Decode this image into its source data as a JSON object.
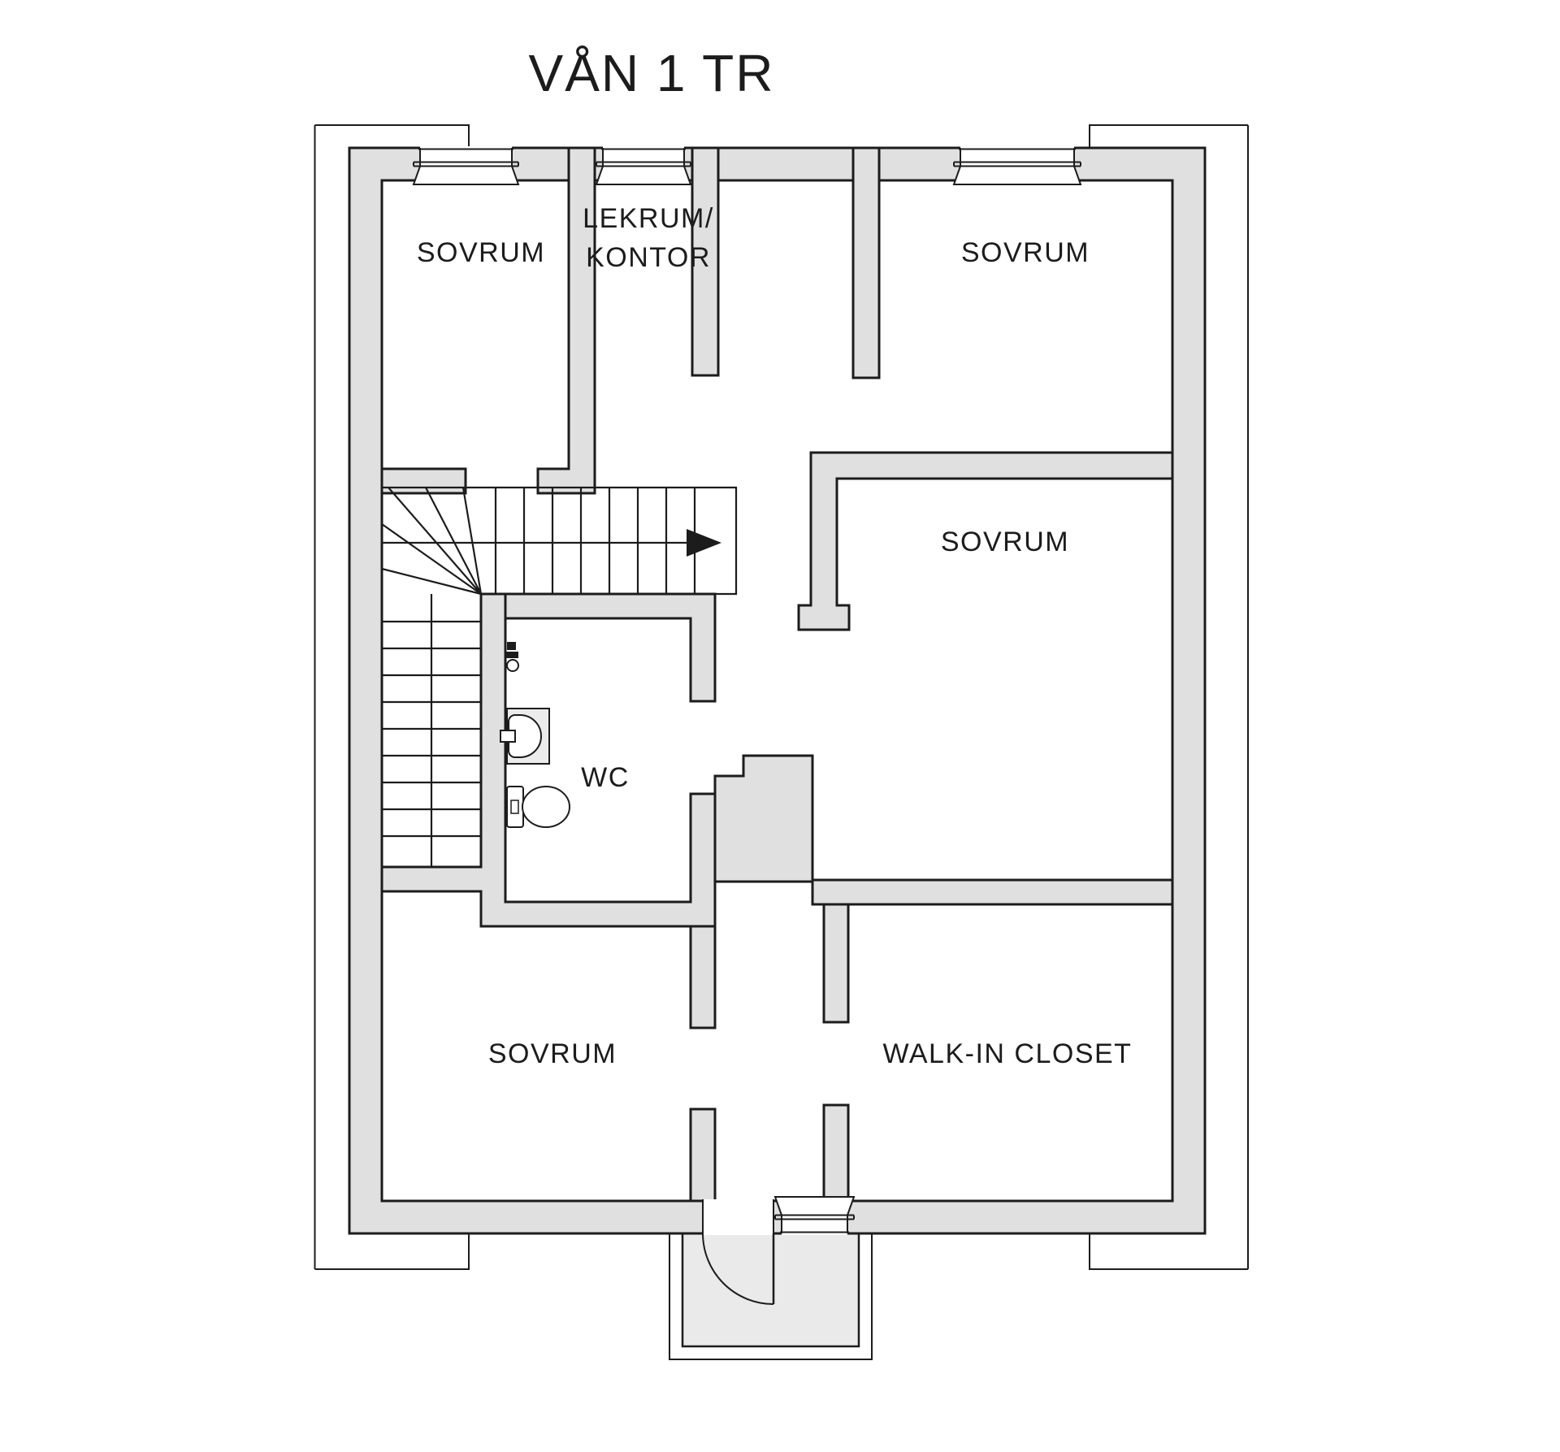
{
  "title": "VÅN 1 TR",
  "floor_plan": {
    "rooms": [
      {
        "id": "sovrum-top-left",
        "label": "SOVRUM"
      },
      {
        "id": "lekrum-kontor",
        "label_line1": "LEKRUM/",
        "label_line2": "KONTOR"
      },
      {
        "id": "sovrum-top-right",
        "label": "SOVRUM"
      },
      {
        "id": "sovrum-middle-right",
        "label": "SOVRUM"
      },
      {
        "id": "wc",
        "label": "WC"
      },
      {
        "id": "sovrum-bottom-left",
        "label": "SOVRUM"
      },
      {
        "id": "walk-in-closet",
        "label": "WALK-IN CLOSET"
      }
    ],
    "colors": {
      "wall_fill": "#e0e0e0",
      "wall_stroke": "#1c1c1c",
      "balcony_fill": "#eaeaea",
      "fixture_fill": "#ececec",
      "background": "#ffffff",
      "text": "#1c1c1c"
    }
  }
}
